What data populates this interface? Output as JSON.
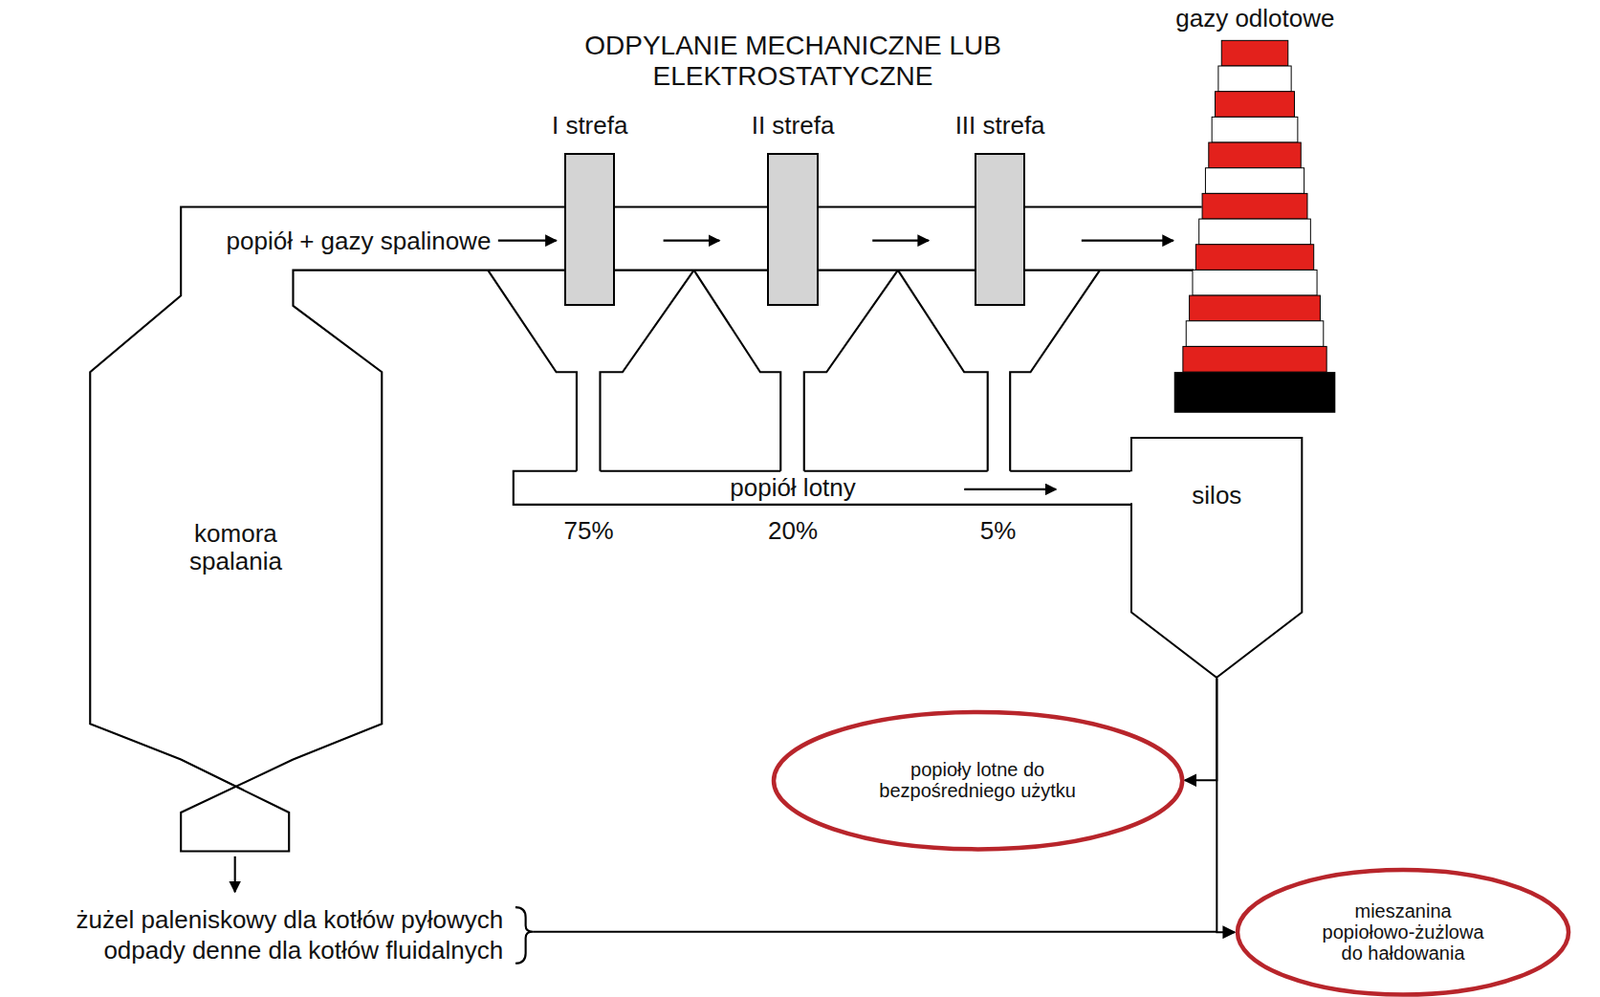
{
  "diagram": {
    "title": "ODPYLANIE MECHANICZNE LUB ELEKTROSTATYCZNE",
    "nodes": [
      {
        "text": [
          "komora spalania"
        ]
      },
      {
        "text": [
          "I strefa"
        ]
      },
      {
        "text": [
          "II strefa"
        ]
      },
      {
        "text": [
          "III strefa"
        ]
      },
      {
        "text": [
          "silos"
        ]
      },
      {
        "text": [
          "popioły lotne do bezpośredniego użytku"
        ]
      },
      {
        "text": [
          "mieszanina popiołowo-żużlowa do hałdowania"
        ]
      },
      {
        "text": [
          "gazy odlotowe"
        ]
      }
    ],
    "edges": [
      {
        "from": 4,
        "to": 5,
        "arrow": "to"
      },
      {
        "from": 4,
        "to": 6,
        "arrow": "to"
      }
    ],
    "labels": [
      "popiół + gazy spalinowe",
      "popiół lotny",
      "75%",
      "20%",
      "5%",
      "żużel paleniskowy dla kotłów pyłowych",
      "odpady denne dla kotłów fluidalnych"
    ]
  }
}
